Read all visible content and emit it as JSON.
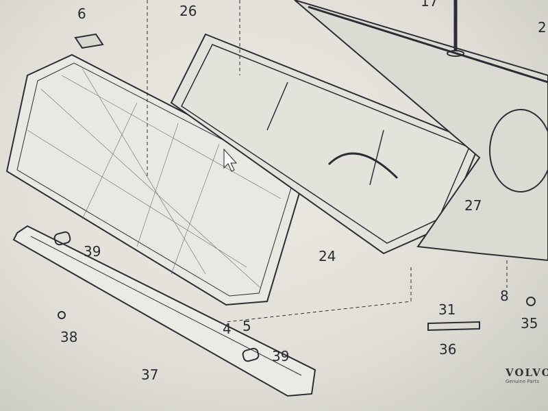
{
  "diagram": {
    "callouts": [
      {
        "id": "c6",
        "text": "6"
      },
      {
        "id": "c26",
        "text": "26"
      },
      {
        "id": "c17",
        "text": "17"
      },
      {
        "id": "c2",
        "text": "2"
      },
      {
        "id": "c39a",
        "text": "39"
      },
      {
        "id": "c24",
        "text": "24"
      },
      {
        "id": "c27",
        "text": "27"
      },
      {
        "id": "c4",
        "text": "4"
      },
      {
        "id": "c5",
        "text": "5"
      },
      {
        "id": "c38",
        "text": "38"
      },
      {
        "id": "c37",
        "text": "37"
      },
      {
        "id": "c39b",
        "text": "39"
      },
      {
        "id": "c31",
        "text": "31"
      },
      {
        "id": "c36",
        "text": "36"
      },
      {
        "id": "c8",
        "text": "8"
      },
      {
        "id": "c35",
        "text": "35"
      }
    ],
    "brand": "VOLVO",
    "brand_sub": "Genuine Parts"
  }
}
